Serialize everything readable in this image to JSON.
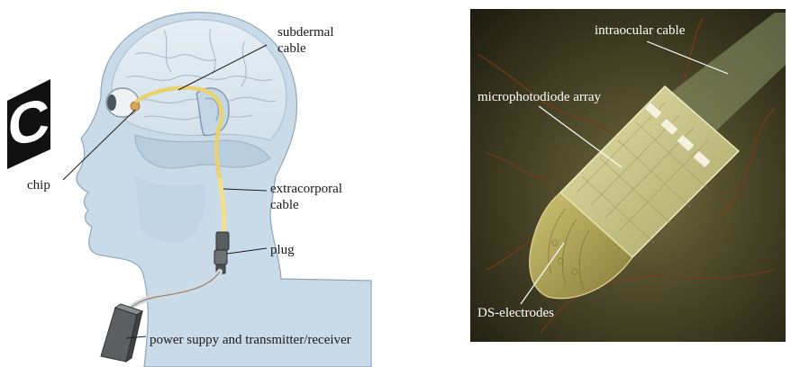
{
  "left_panel": {
    "labels": {
      "subdermal_cable_line1": "subdermal",
      "subdermal_cable_line2": "cable",
      "chip": "chip",
      "extracorporal_line1": "extracorporal",
      "extracorporal_line2": "cable",
      "plug": "plug",
      "power_supply": "power suppy and transmitter/receiver"
    },
    "test_letter": "C"
  },
  "right_panel": {
    "labels": {
      "intraocular_cable": "intraocular cable",
      "microphotodiode_array": "microphotodiode array",
      "ds_electrodes": "DS-electrodes"
    }
  },
  "colors": {
    "head_fill": "#c9dbe8",
    "cable": "#f3e08a",
    "photo_bg": "#3b3a22",
    "chip_fill": "#c9c58a"
  }
}
